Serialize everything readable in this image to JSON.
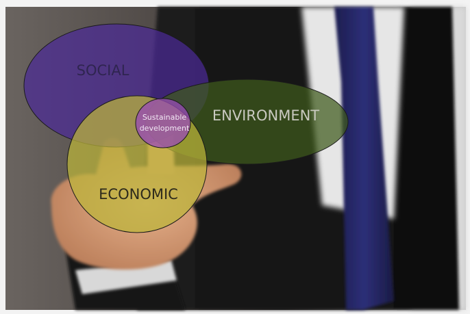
{
  "diagram": {
    "circles": [
      {
        "id": "social",
        "label": "SOCIAL",
        "fill": "#4b2a96",
        "fill_opacity": 0.72,
        "label_color": "#2f2550"
      },
      {
        "id": "environment",
        "label": "ENVIRONMENT",
        "fill": "#3f5a1c",
        "fill_opacity": 0.72,
        "label_color": "#c9c9c0"
      },
      {
        "id": "economic",
        "label": "ECONOMIC",
        "fill": "#bdb53a",
        "fill_opacity": 0.72,
        "label_color": "#2d2a1c"
      }
    ],
    "center": {
      "line1": "Sustainable",
      "line2": "development",
      "fill": "#9a4bb8",
      "label_color": "#f2e8f4"
    }
  },
  "background": {
    "description_colors": {
      "wall": "#5f5854",
      "suit": "#141414",
      "shirt": "#e8e8e8",
      "tie": "#23235e",
      "skin": "#d9a27a"
    }
  }
}
